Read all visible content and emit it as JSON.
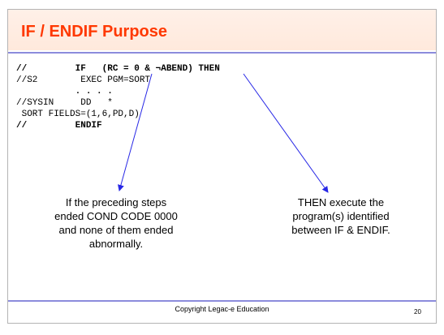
{
  "slide": {
    "title": "IF / ENDIF Purpose",
    "code_lines": [
      {
        "text": "//         IF   (RC = 0 & ¬ABEND) THEN",
        "bold": true
      },
      {
        "text": "//S2        EXEC PGM=SORT",
        "bold": false
      },
      {
        "text": "           . . . .",
        "bold": true
      },
      {
        "text": "//SYSIN     DD   *",
        "bold": false
      },
      {
        "text": " SORT FIELDS=(1,6,PD,D)",
        "bold": false
      },
      {
        "text": "//         ENDIF",
        "bold": true
      }
    ],
    "note_left": "If the preceding steps\nended COND CODE 0000\nand none of them ended\nabnormally.",
    "note_right": "THEN execute the\nprogram(s) identified\nbetween IF & ENDIF.",
    "footer": "Copyright Legac-e Education",
    "page_number": "20"
  },
  "colors": {
    "title": "#ff3800",
    "title_background": "#ffeee4",
    "rule": "#8c8cdc",
    "arrow": "#2828e6"
  }
}
